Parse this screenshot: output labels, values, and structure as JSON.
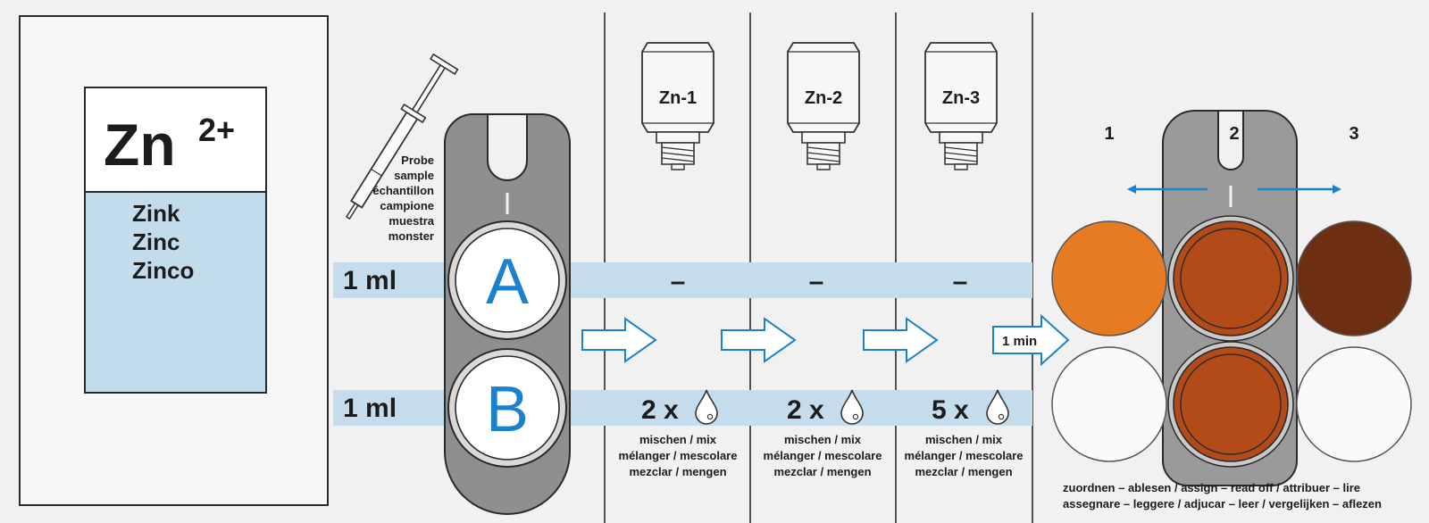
{
  "title": {
    "ion_base": "Zn",
    "ion_charge": "2+",
    "names": [
      "Zink",
      "Zinc",
      "Zinco"
    ]
  },
  "sample": {
    "labels": [
      "Probe",
      "sample",
      "échantillon",
      "campione",
      "muestra",
      "monster"
    ]
  },
  "rows": {
    "a_volume": "1 ml",
    "b_volume": "1 ml",
    "a_letter": "A",
    "b_letter": "B"
  },
  "reagents": [
    {
      "name": "Zn-1",
      "row_a": "–",
      "drops": "2 x",
      "mix_lines": [
        "mischen / mix",
        "mélanger / mescolare",
        "mezclar / mengen"
      ]
    },
    {
      "name": "Zn-2",
      "row_a": "–",
      "drops": "2 x",
      "mix_lines": [
        "mischen / mix",
        "mélanger / mescolare",
        "mezclar / mengen"
      ]
    },
    {
      "name": "Zn-3",
      "row_a": "–",
      "drops": "5 x",
      "mix_lines": [
        "mischen / mix",
        "mélanger / mescolare",
        "mezclar / mengen"
      ]
    }
  ],
  "wait": "1 min",
  "comparator": {
    "positions": [
      "1",
      "2",
      "3"
    ],
    "instructions": [
      "zuordnen – ablesen / assign – read off / attribuer – lire",
      "assegnare – leggere / adjucar – leer / vergelijken – aflezen"
    ]
  },
  "colors": {
    "band": "#c4dcec",
    "panel_blue": "#c2dcec",
    "accent_blue": "#1a82cc",
    "holder_gray": "#8f8f8f",
    "color_1": "#e67b24",
    "color_2": "#b34b18",
    "color_3": "#6e2e12"
  }
}
